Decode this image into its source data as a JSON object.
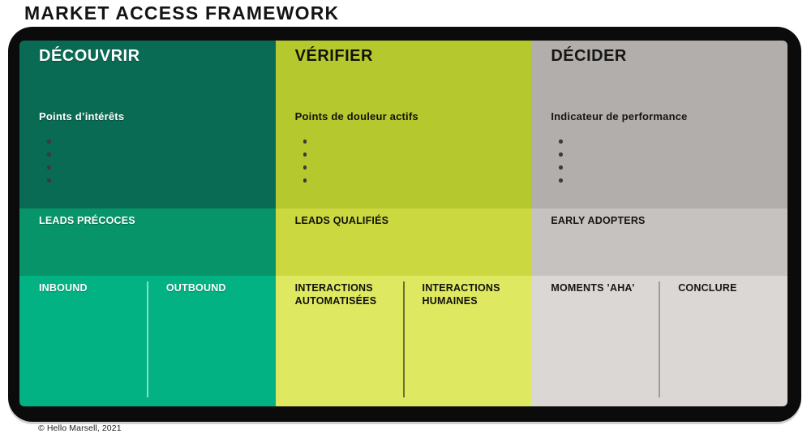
{
  "title": "MARKET ACCESS FRAMEWORK",
  "footer": "© Hello Marsell, 2021",
  "palette": {
    "frame": "#0B0B0B",
    "page_background": "#FFFFFF",
    "col1": {
      "row1": "#0A6B54",
      "row2": "#079468",
      "row3": "#03B283",
      "text": "#FFFFFF"
    },
    "col2": {
      "row1": "#B5C82D",
      "row2": "#CBD840",
      "row3": "#DEE861",
      "text": "#12120A"
    },
    "col3": {
      "row1": "#B2AEAC",
      "row2": "#C5C2BF",
      "row3": "#DAD7D4",
      "text": "#171615"
    },
    "bullet_dot": "#3A3A3A"
  },
  "columns": [
    {
      "header": "DÉCOUVRIR",
      "section_label": "Points d’intérêts",
      "bullet_count": 4,
      "mid_label": "LEADS PRÉCOCES",
      "bottom_labels": [
        "INBOUND",
        "OUTBOUND"
      ]
    },
    {
      "header": "VÉRIFIER",
      "section_label": "Points de douleur actifs",
      "bullet_count": 4,
      "mid_label": "LEADS QUALIFIÉS",
      "bottom_labels": [
        "INTERACTIONS AUTOMATISÉES",
        "INTERACTIONS HUMAINES"
      ]
    },
    {
      "header": "DÉCIDER",
      "section_label": "Indicateur de performance",
      "bullet_count": 4,
      "mid_label": "EARLY ADOPTERS",
      "bottom_labels": [
        "MOMENTS ’AHA’",
        "CONCLURE"
      ]
    }
  ]
}
